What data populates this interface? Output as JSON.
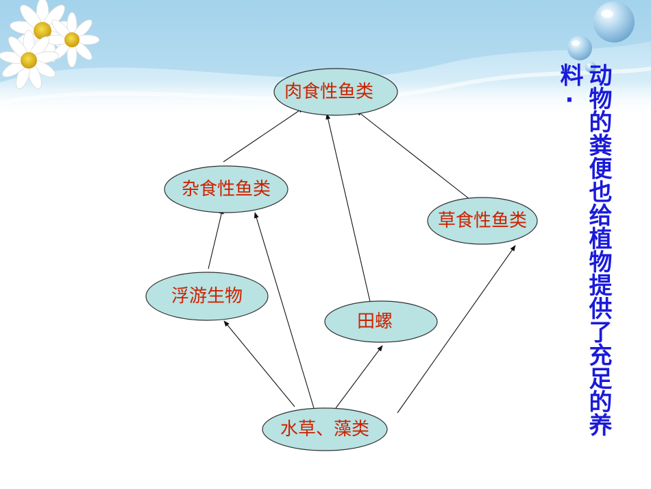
{
  "nodes": [
    {
      "id": "carnivorous-fish",
      "label": "肉食性鱼类"
    },
    {
      "id": "omnivorous-fish",
      "label": "杂食性鱼类"
    },
    {
      "id": "herbivorous-fish",
      "label": "草食性鱼类"
    },
    {
      "id": "plankton",
      "label": "浮游生物"
    },
    {
      "id": "snail",
      "label": "田螺"
    },
    {
      "id": "aquatic-plants",
      "label": "水草、藻类"
    }
  ],
  "edges": [
    {
      "from": "omnivorous-fish",
      "to": "carnivorous-fish"
    },
    {
      "from": "snail",
      "to": "carnivorous-fish"
    },
    {
      "from": "herbivorous-fish",
      "to": "carnivorous-fish"
    },
    {
      "from": "plankton",
      "to": "omnivorous-fish"
    },
    {
      "from": "aquatic-plants",
      "to": "omnivorous-fish"
    },
    {
      "from": "aquatic-plants",
      "to": "plankton"
    },
    {
      "from": "aquatic-plants",
      "to": "snail"
    },
    {
      "from": "aquatic-plants",
      "to": "herbivorous-fish"
    }
  ],
  "note": {
    "line1": "动物的粪便也给植物提供了充足的养",
    "line2": "料·"
  },
  "colors": {
    "node_fill": "#b9e2e2",
    "node_text": "#cc2200",
    "note_text": "#1a1adb"
  },
  "decor": {
    "flower_icon": "daisy-flower-icon",
    "bubble_icon": "bubble-icon"
  }
}
